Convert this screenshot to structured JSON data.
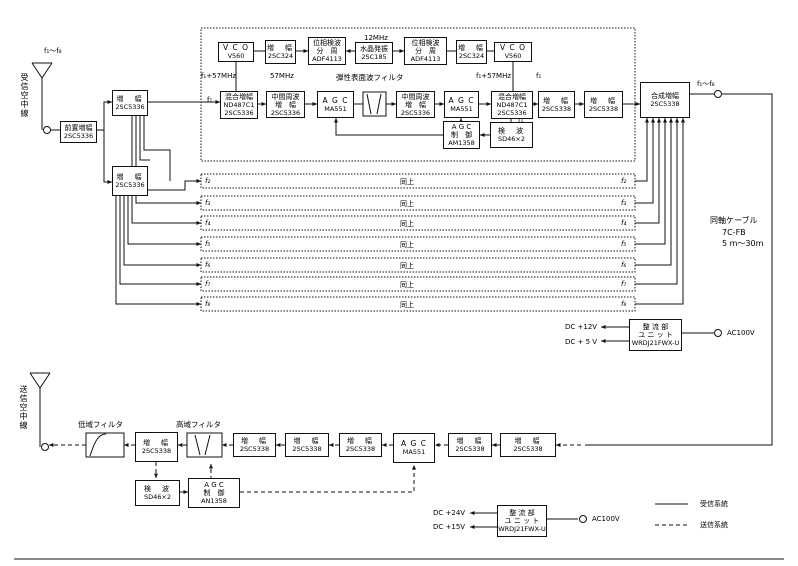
{
  "top": {
    "rx_antenna_label": "受信空中線",
    "f_range_top": "f₁〜f₈",
    "f_range_out": "f₁〜f₈",
    "preamp": {
      "name": "前置増幅",
      "part": "2SC5336"
    },
    "amp_upper": {
      "name": "増　幅",
      "part": "2SC5336"
    },
    "amp_lower": {
      "name": "増　幅",
      "part": "2SC5336"
    },
    "vco1": {
      "name": "V C O",
      "part": "V560"
    },
    "amp_vco1": {
      "name": "増　幅",
      "part": "2SC324"
    },
    "pll1": {
      "name": "位相検波",
      "name2": "分　周",
      "part": "ADF4113"
    },
    "xtal": {
      "name": "水晶発振",
      "part": "2SC185",
      "freq": "12MHz"
    },
    "pll2": {
      "name": "位相検波",
      "name2": "分　周",
      "part": "ADF4113"
    },
    "amp_vco2": {
      "name": "増　幅",
      "part": "2SC324"
    },
    "vco2": {
      "name": "V C O",
      "part": "V560"
    },
    "mix1": {
      "name": "混合増幅",
      "part1": "ND487C1",
      "part2": "2SC5336"
    },
    "if_amp1": {
      "name": "中間周波",
      "name2": "増　幅",
      "part": "2SC5336"
    },
    "agc1": {
      "name": "A G C",
      "part": "MA551"
    },
    "saw_label": "弾性表面波フィルタ",
    "if_amp2": {
      "name": "中間周波",
      "name2": "増　幅",
      "part": "2SC5336"
    },
    "agc2": {
      "name": "A G C",
      "part": "MA551"
    },
    "mix2": {
      "name": "混合増幅",
      "part1": "ND487C1",
      "part2": "2SC5336"
    },
    "amp_o1": {
      "name": "増　幅",
      "part": "2SC5338"
    },
    "amp_o2": {
      "name": "増　幅",
      "part": "2SC5338"
    },
    "combiner": {
      "name": "合成増幅",
      "part": "2SC5338"
    },
    "agc_ctrl": {
      "name": "A G C",
      "name2": "制　御",
      "part": "AM1358"
    },
    "detector": {
      "name": "検　波",
      "part": "SD46×2"
    },
    "lbl_f1_57": "f₁+57MHz",
    "lbl_57": "57MHz",
    "lbl_f1": "f₁",
    "lbl_f1b": "f₁",
    "lbl_f1_57b": "f₁+57MHz",
    "lbl_f1c": "f₁",
    "lbl_f1d": "f₁"
  },
  "channels": [
    {
      "in": "f₂",
      "text": "同上",
      "out": "f₂"
    },
    {
      "in": "f₃",
      "text": "同上",
      "out": "f₃"
    },
    {
      "in": "f₄",
      "text": "同上",
      "out": "f₄"
    },
    {
      "in": "f₅",
      "text": "同上",
      "out": "f₅"
    },
    {
      "in": "f₆",
      "text": "同上",
      "out": "f₆"
    },
    {
      "in": "f₇",
      "text": "同上",
      "out": "f₇"
    },
    {
      "in": "f₈",
      "text": "同上",
      "out": "f₈"
    }
  ],
  "cable": {
    "l1": "同軸ケーブル",
    "l2": "7C-FB",
    "l3": "5 m〜30m"
  },
  "psu_rx": {
    "name": "整 流 部",
    "name2": "ユ ニ ッ ト",
    "part": "WRDJ21FWX-U",
    "ac": "AC100V",
    "dc1": "DC +12V",
    "dc2": "DC + 5 V"
  },
  "bottom": {
    "tx_antenna_label": "送信空中線",
    "lpf_label": "低域フィルタ",
    "hpf_label": "高域フィルタ",
    "amp_a": {
      "name": "増　幅",
      "part": "2SC5338"
    },
    "amp_b": {
      "name": "増　幅",
      "part": "2SC5338"
    },
    "amp_c": {
      "name": "増　幅",
      "part": "2SC5338"
    },
    "amp_d": {
      "name": "増　幅",
      "part": "2SC5338"
    },
    "agc": {
      "name": "A G C",
      "part": "MA551"
    },
    "amp_e": {
      "name": "増　幅",
      "part": "2SC5338"
    },
    "amp_f": {
      "name": "増　幅",
      "part": "2SC5338"
    },
    "det": {
      "name": "検　波",
      "part": "SD46×2"
    },
    "agc_ctrl": {
      "name": "A G C",
      "name2": "制　御",
      "part": "AN1358"
    }
  },
  "psu_tx": {
    "name": "整 流 部",
    "name2": "ユ ニ ッ ト",
    "part": "WRDJ21FWX-U",
    "ac": "AC100V",
    "dc1": "DC +24V",
    "dc2": "DC +15V"
  },
  "legend": {
    "rx": "受信系統",
    "tx": "送信系統"
  }
}
